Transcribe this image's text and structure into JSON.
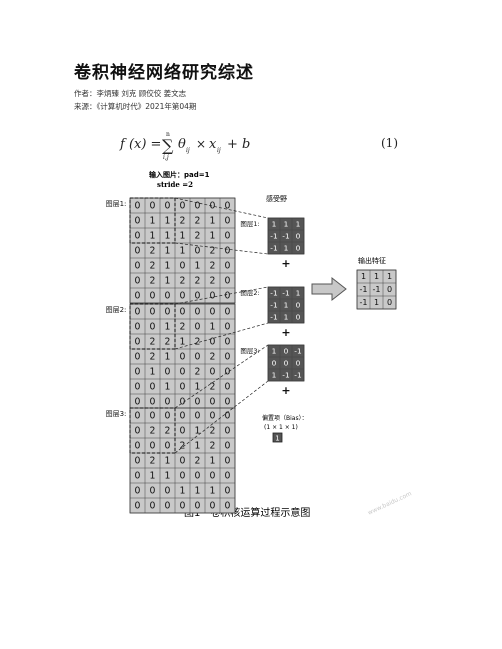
{
  "doc": {
    "title": "卷积神经网络研究综述",
    "authors": "作者：李炳臻 刘克 顾佼佼 姜文志",
    "source": "来源：《计算机时代》2021年第04期"
  },
  "equation": {
    "lhs": "f (x) =",
    "sum_top": "n",
    "sum_bottom": "i,j",
    "rhs": "θ",
    "rhs_sub": "ij",
    "times": "×",
    "x": "x",
    "x_sub": "ij",
    "plus_b": "+ b",
    "number": "(1)"
  },
  "input_label": "输入图片：pad=1",
  "stride_label": "stride =2",
  "receptive_label": "感受野",
  "output_label": "输出特征",
  "bias_label": "偏置项（Bias）：",
  "bias_size": "(1 × 1 × 1)",
  "bias_value": "1",
  "caption": "图1　卷积核运算过程示意图",
  "watermark": "www.baidu.com",
  "layers": [
    {
      "label": "图层1:",
      "grid": [
        [
          "0",
          "0",
          "0",
          "0",
          "0",
          "0",
          "0"
        ],
        [
          "0",
          "1",
          "1",
          "2",
          "2",
          "1",
          "0"
        ],
        [
          "0",
          "1",
          "1",
          "1",
          "2",
          "1",
          "0"
        ],
        [
          "0",
          "2",
          "1",
          "1",
          "0",
          "2",
          "0"
        ],
        [
          "0",
          "2",
          "1",
          "0",
          "1",
          "2",
          "0"
        ],
        [
          "0",
          "2",
          "1",
          "2",
          "2",
          "2",
          "0"
        ],
        [
          "0",
          "0",
          "0",
          "0",
          "0",
          "0",
          "0"
        ]
      ]
    },
    {
      "label": "图层2:",
      "grid": [
        [
          "0",
          "0",
          "0",
          "0",
          "0",
          "0",
          "0"
        ],
        [
          "0",
          "0",
          "1",
          "2",
          "0",
          "1",
          "0"
        ],
        [
          "0",
          "2",
          "2",
          "1",
          "2",
          "0",
          "0"
        ],
        [
          "0",
          "2",
          "1",
          "0",
          "0",
          "2",
          "0"
        ],
        [
          "0",
          "1",
          "0",
          "0",
          "2",
          "0",
          "0"
        ],
        [
          "0",
          "0",
          "1",
          "0",
          "1",
          "2",
          "0"
        ],
        [
          "0",
          "0",
          "0",
          "0",
          "0",
          "0",
          "0"
        ]
      ]
    },
    {
      "label": "图层3:",
      "grid": [
        [
          "0",
          "0",
          "0",
          "0",
          "0",
          "0",
          "0"
        ],
        [
          "0",
          "2",
          "2",
          "0",
          "1",
          "2",
          "0"
        ],
        [
          "0",
          "0",
          "0",
          "2",
          "1",
          "2",
          "0"
        ],
        [
          "0",
          "2",
          "1",
          "0",
          "2",
          "1",
          "0"
        ],
        [
          "0",
          "1",
          "1",
          "0",
          "0",
          "0",
          "0"
        ],
        [
          "0",
          "0",
          "0",
          "1",
          "1",
          "1",
          "0"
        ],
        [
          "0",
          "0",
          "0",
          "0",
          "0",
          "0",
          "0"
        ]
      ]
    }
  ],
  "kernels": [
    {
      "label": "图层1:",
      "grid": [
        [
          "1",
          "1",
          "1"
        ],
        [
          "-1",
          "-1",
          "0"
        ],
        [
          "-1",
          "1",
          "0"
        ]
      ]
    },
    {
      "label": "图层2:",
      "grid": [
        [
          "-1",
          "-1",
          "1"
        ],
        [
          "-1",
          "1",
          "0"
        ],
        [
          "-1",
          "1",
          "0"
        ]
      ]
    },
    {
      "label": "图层3:",
      "grid": [
        [
          "1",
          "0",
          "-1"
        ],
        [
          "0",
          "0",
          "0"
        ],
        [
          "1",
          "-1",
          "-1"
        ]
      ]
    }
  ],
  "output_grid": [
    [
      "1",
      "1",
      "1"
    ],
    [
      "-1",
      "-1",
      "0"
    ],
    [
      "-1",
      "1",
      "0"
    ]
  ],
  "plus": "+"
}
